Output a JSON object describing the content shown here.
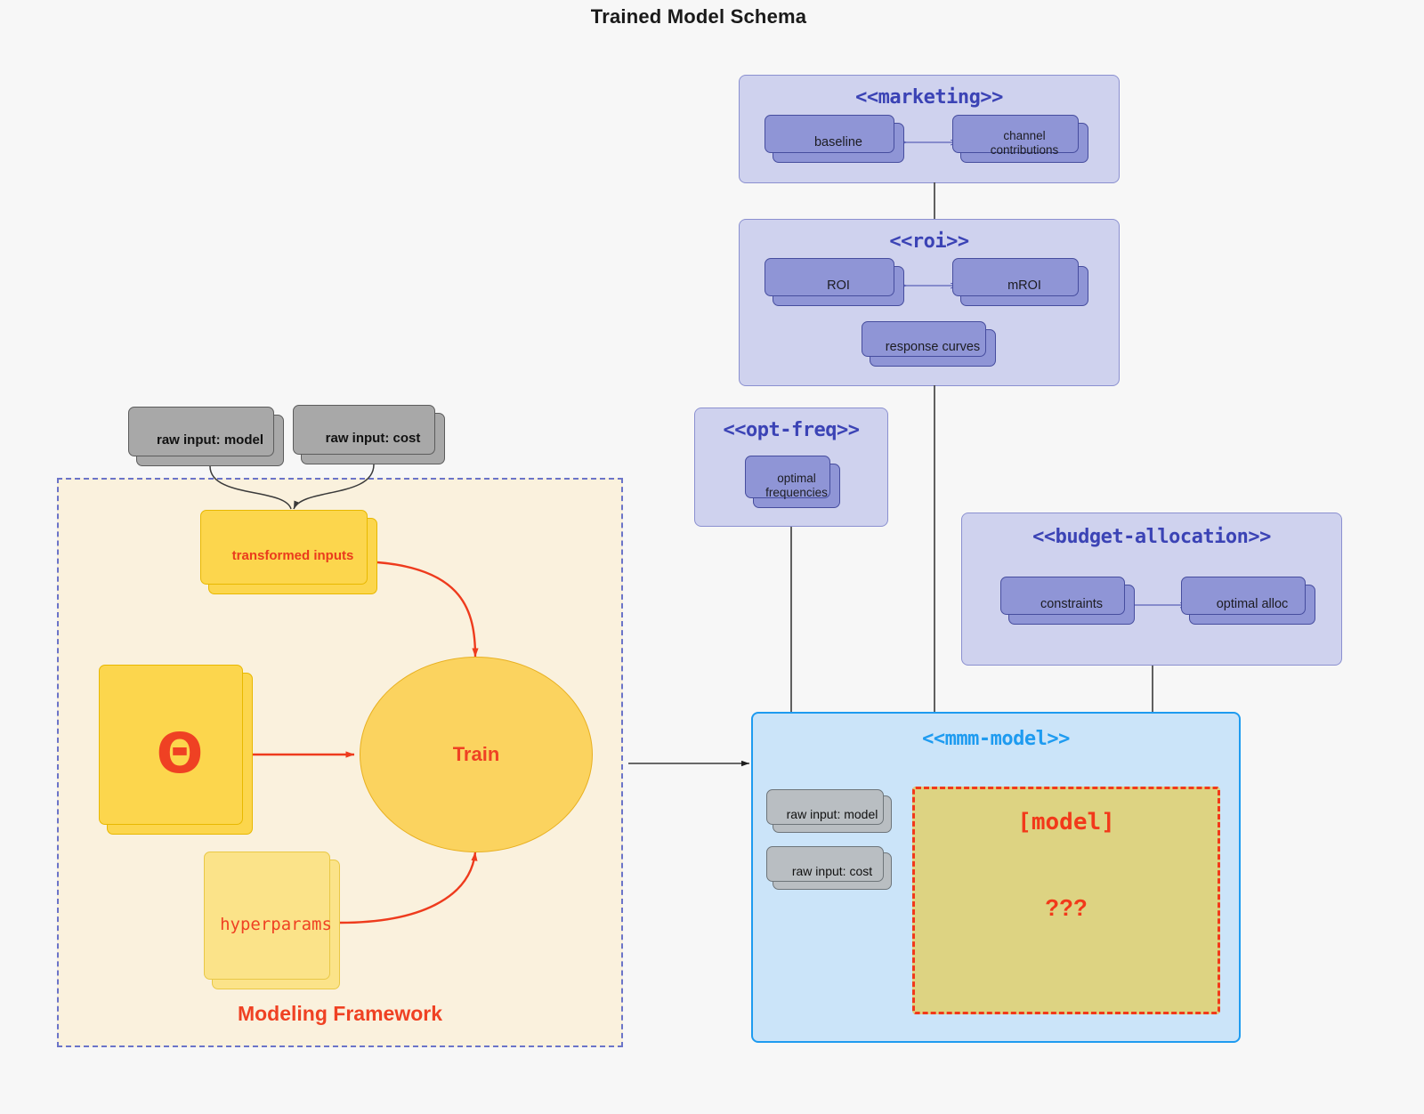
{
  "title": "Trained Model Schema",
  "colors": {
    "background": "#f7f7f7",
    "package_fill": "#cfd2ee",
    "package_stroke": "#8b90d0",
    "package_title": "#3b43b5",
    "component_purple": "#8f95d6",
    "component_purple_stroke": "#464d9e",
    "component_grey": "#a8a8a8",
    "component_grey_stroke": "#5c5c5c",
    "mmm_package_fill": "#cbe4f9",
    "mmm_package_stroke": "#1e9bf0",
    "mmm_package_title": "#1e9bf0",
    "framework_fill": "#faf1dd",
    "framework_stroke": "#6b74c9",
    "node_yellow": "#fcd64d",
    "node_yellow_stroke": "#e8b800",
    "node_yellow_pale": "#fbe389",
    "accent_red": "#ef4123",
    "model_box_fill": "#ddd382",
    "model_box_stroke": "#f2391a",
    "train_ellipse_fill": "#fbd35f"
  },
  "framework": {
    "label": "Modeling Framework",
    "inputs": [
      {
        "label": "raw input: model"
      },
      {
        "label": "raw input: cost"
      }
    ],
    "transformed_inputs": {
      "label": "transformed inputs"
    },
    "theta": {
      "label": "Θ"
    },
    "hyperparams": {
      "label": "hyperparams"
    },
    "train": {
      "label": "Train"
    }
  },
  "packages": [
    {
      "name": "marketing",
      "title": "<<marketing>>",
      "components": [
        {
          "label": "baseline"
        },
        {
          "label": "channel contributions"
        }
      ],
      "association": "bidirectional"
    },
    {
      "name": "roi",
      "title": "<<roi>>",
      "components": [
        {
          "label": "ROI"
        },
        {
          "label": "mROI"
        },
        {
          "label": "response curves"
        }
      ],
      "association": "bidirectional"
    },
    {
      "name": "opt-freq",
      "title": "<<opt-freq>>",
      "components": [
        {
          "label": "optimal\nfrequencies"
        }
      ]
    },
    {
      "name": "budget-allocation",
      "title": "<<budget-allocation>>",
      "components": [
        {
          "label": "constraints"
        },
        {
          "label": "optimal alloc"
        }
      ],
      "association": "bidirectional"
    },
    {
      "name": "mmm-model",
      "title": "<<mmm-model>>",
      "components": [
        {
          "label": "raw input: model"
        },
        {
          "label": "raw input: cost"
        }
      ],
      "model_placeholder": {
        "title": "[model]",
        "question": "???"
      }
    }
  ]
}
